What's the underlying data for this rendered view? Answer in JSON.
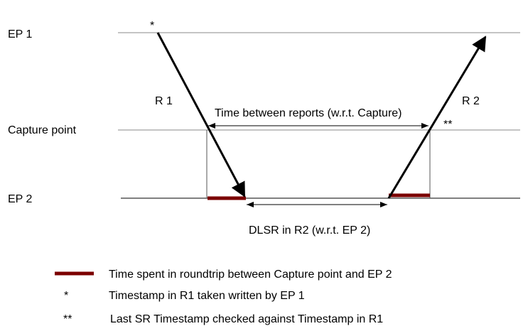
{
  "labels": {
    "ep1": "EP 1",
    "capture_point": "Capture point",
    "ep2": "EP 2",
    "r1": "R 1",
    "r2": "R 2",
    "star1": "*",
    "star2": "**",
    "time_between_reports": "Time between reports (w.r.t. Capture)",
    "dlsr": "DLSR in R2 (w.r.t. EP 2)"
  },
  "legend": [
    {
      "symbol": "",
      "text": "Time spent in roundtrip between Capture point and EP 2"
    },
    {
      "symbol": "*",
      "text": "Timestamp in R1 taken written by EP 1"
    },
    {
      "symbol": "**",
      "text": "Last SR Timestamp checked against Timestamp in R1"
    }
  ],
  "colors": {
    "roundtrip_bar": "#7b0000",
    "line_gray": "#888888",
    "line_dark": "#000000"
  }
}
